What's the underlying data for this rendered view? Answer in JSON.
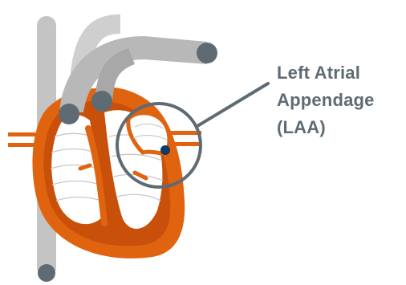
{
  "callout": {
    "line1": "Left Atrial",
    "line2": "Appendage",
    "line3": "(LAA)"
  },
  "colors": {
    "vessel_gray": "#b8b8b8",
    "vessel_end_dark": "#5f6b73",
    "heart_orange": "#e0630f",
    "heart_dark_orange": "#c9500a",
    "chamber_white": "#ffffff",
    "chamber_lines": "#c8c8c8",
    "callout_ring": "#5f6b73",
    "appendage_dot": "#0d3b66",
    "label_text": "#5f6b73"
  },
  "icons": {
    "heart": "heart-illustration",
    "magnifier": "callout-circle"
  }
}
